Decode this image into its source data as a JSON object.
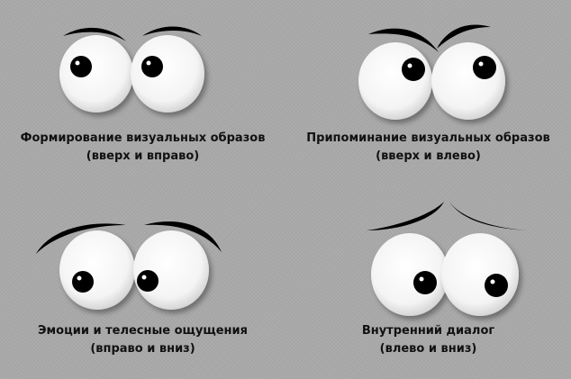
{
  "colors": {
    "background": "#a9a9a9",
    "eye_white": "#ffffff",
    "pupil": "#000000",
    "brow": "#000000",
    "text": "#111111"
  },
  "panels": [
    {
      "id": "visual-construction",
      "caption_line1": "Формирование визуальных образов",
      "caption_line2": "(вверх и вправо)",
      "gaze": "up-right"
    },
    {
      "id": "visual-recall",
      "caption_line1": "Припоминание визуальных образов",
      "caption_line2": "(вверх и влево)",
      "gaze": "up-left"
    },
    {
      "id": "kinesthetic",
      "caption_line1": "Эмоции и телесные ощущения",
      "caption_line2": "(вправо и вниз)",
      "gaze": "down-right"
    },
    {
      "id": "internal-dialogue",
      "caption_line1": "Внутренний диалог",
      "caption_line2": "(влево и вниз)",
      "gaze": "down-left"
    }
  ]
}
